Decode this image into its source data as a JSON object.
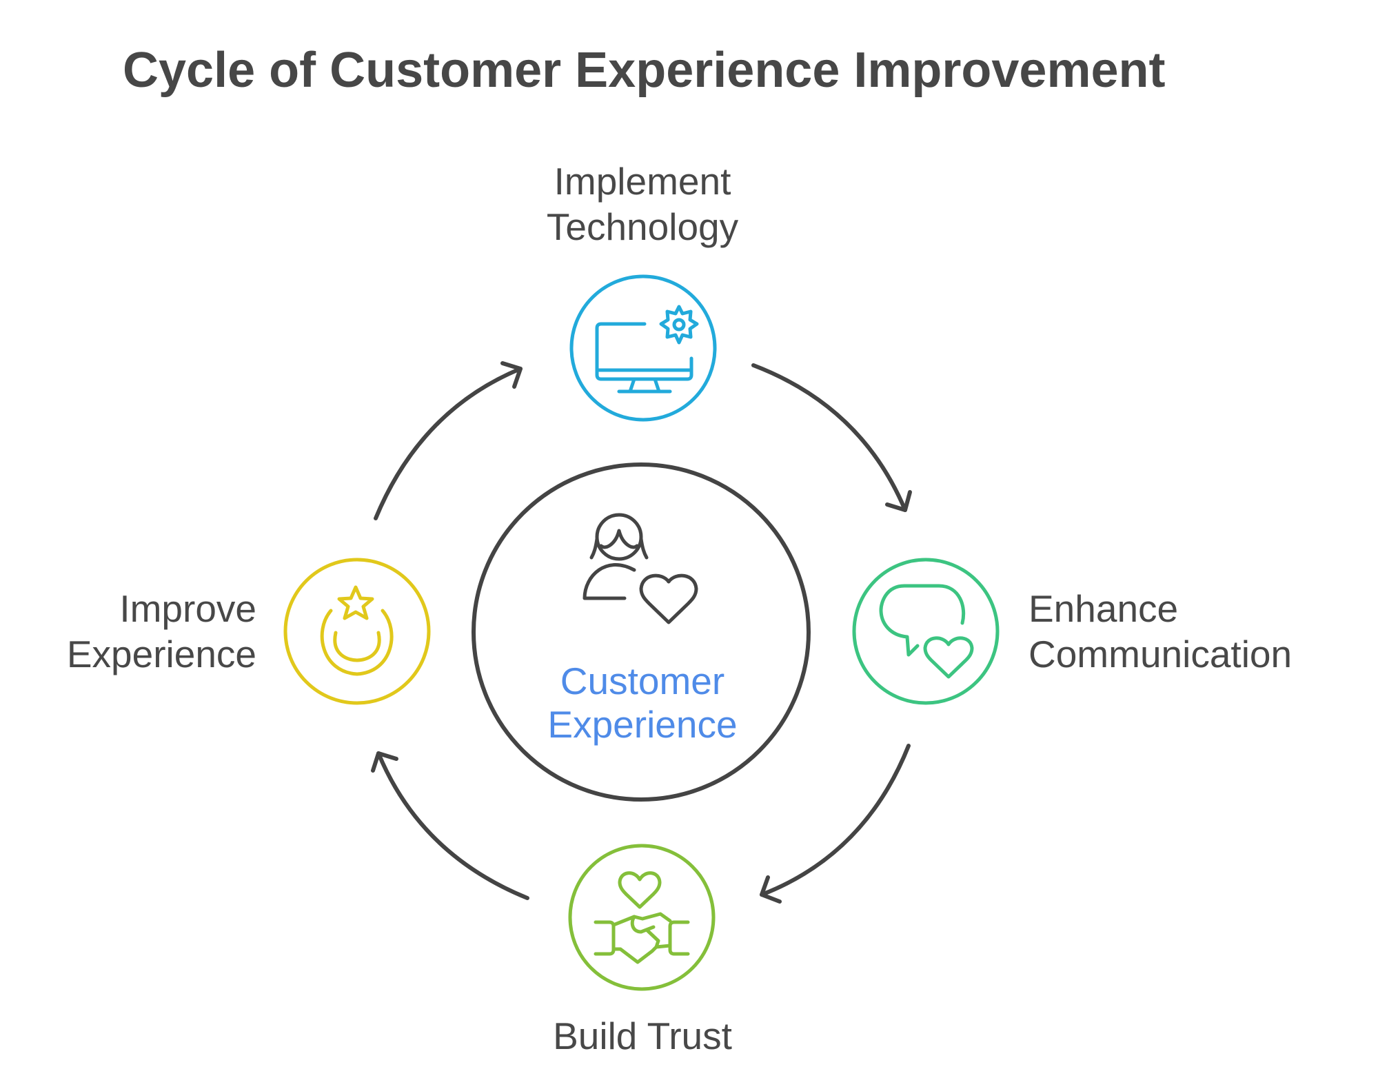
{
  "title": "Cycle of Customer Experience Improvement",
  "center": {
    "label_lines": [
      "Customer",
      "Experience"
    ],
    "icon": "person-heart-icon",
    "color": "#4f8be8",
    "ring_color": "#444444"
  },
  "steps": [
    {
      "label_lines": [
        "Implement",
        "Technology"
      ],
      "icon": "computer-gear-icon",
      "color": "#22aadb"
    },
    {
      "label_lines": [
        "Enhance",
        "Communication"
      ],
      "icon": "speech-bubble-heart-icon",
      "color": "#3cc481"
    },
    {
      "label_lines": [
        "Build Trust"
      ],
      "icon": "handshake-heart-icon",
      "color": "#84bf3a"
    },
    {
      "label_lines": [
        "Improve",
        "Experience"
      ],
      "icon": "star-medal-icon",
      "color": "#e1c81b"
    }
  ],
  "arrow_color": "#444444",
  "text_color": "#484848"
}
